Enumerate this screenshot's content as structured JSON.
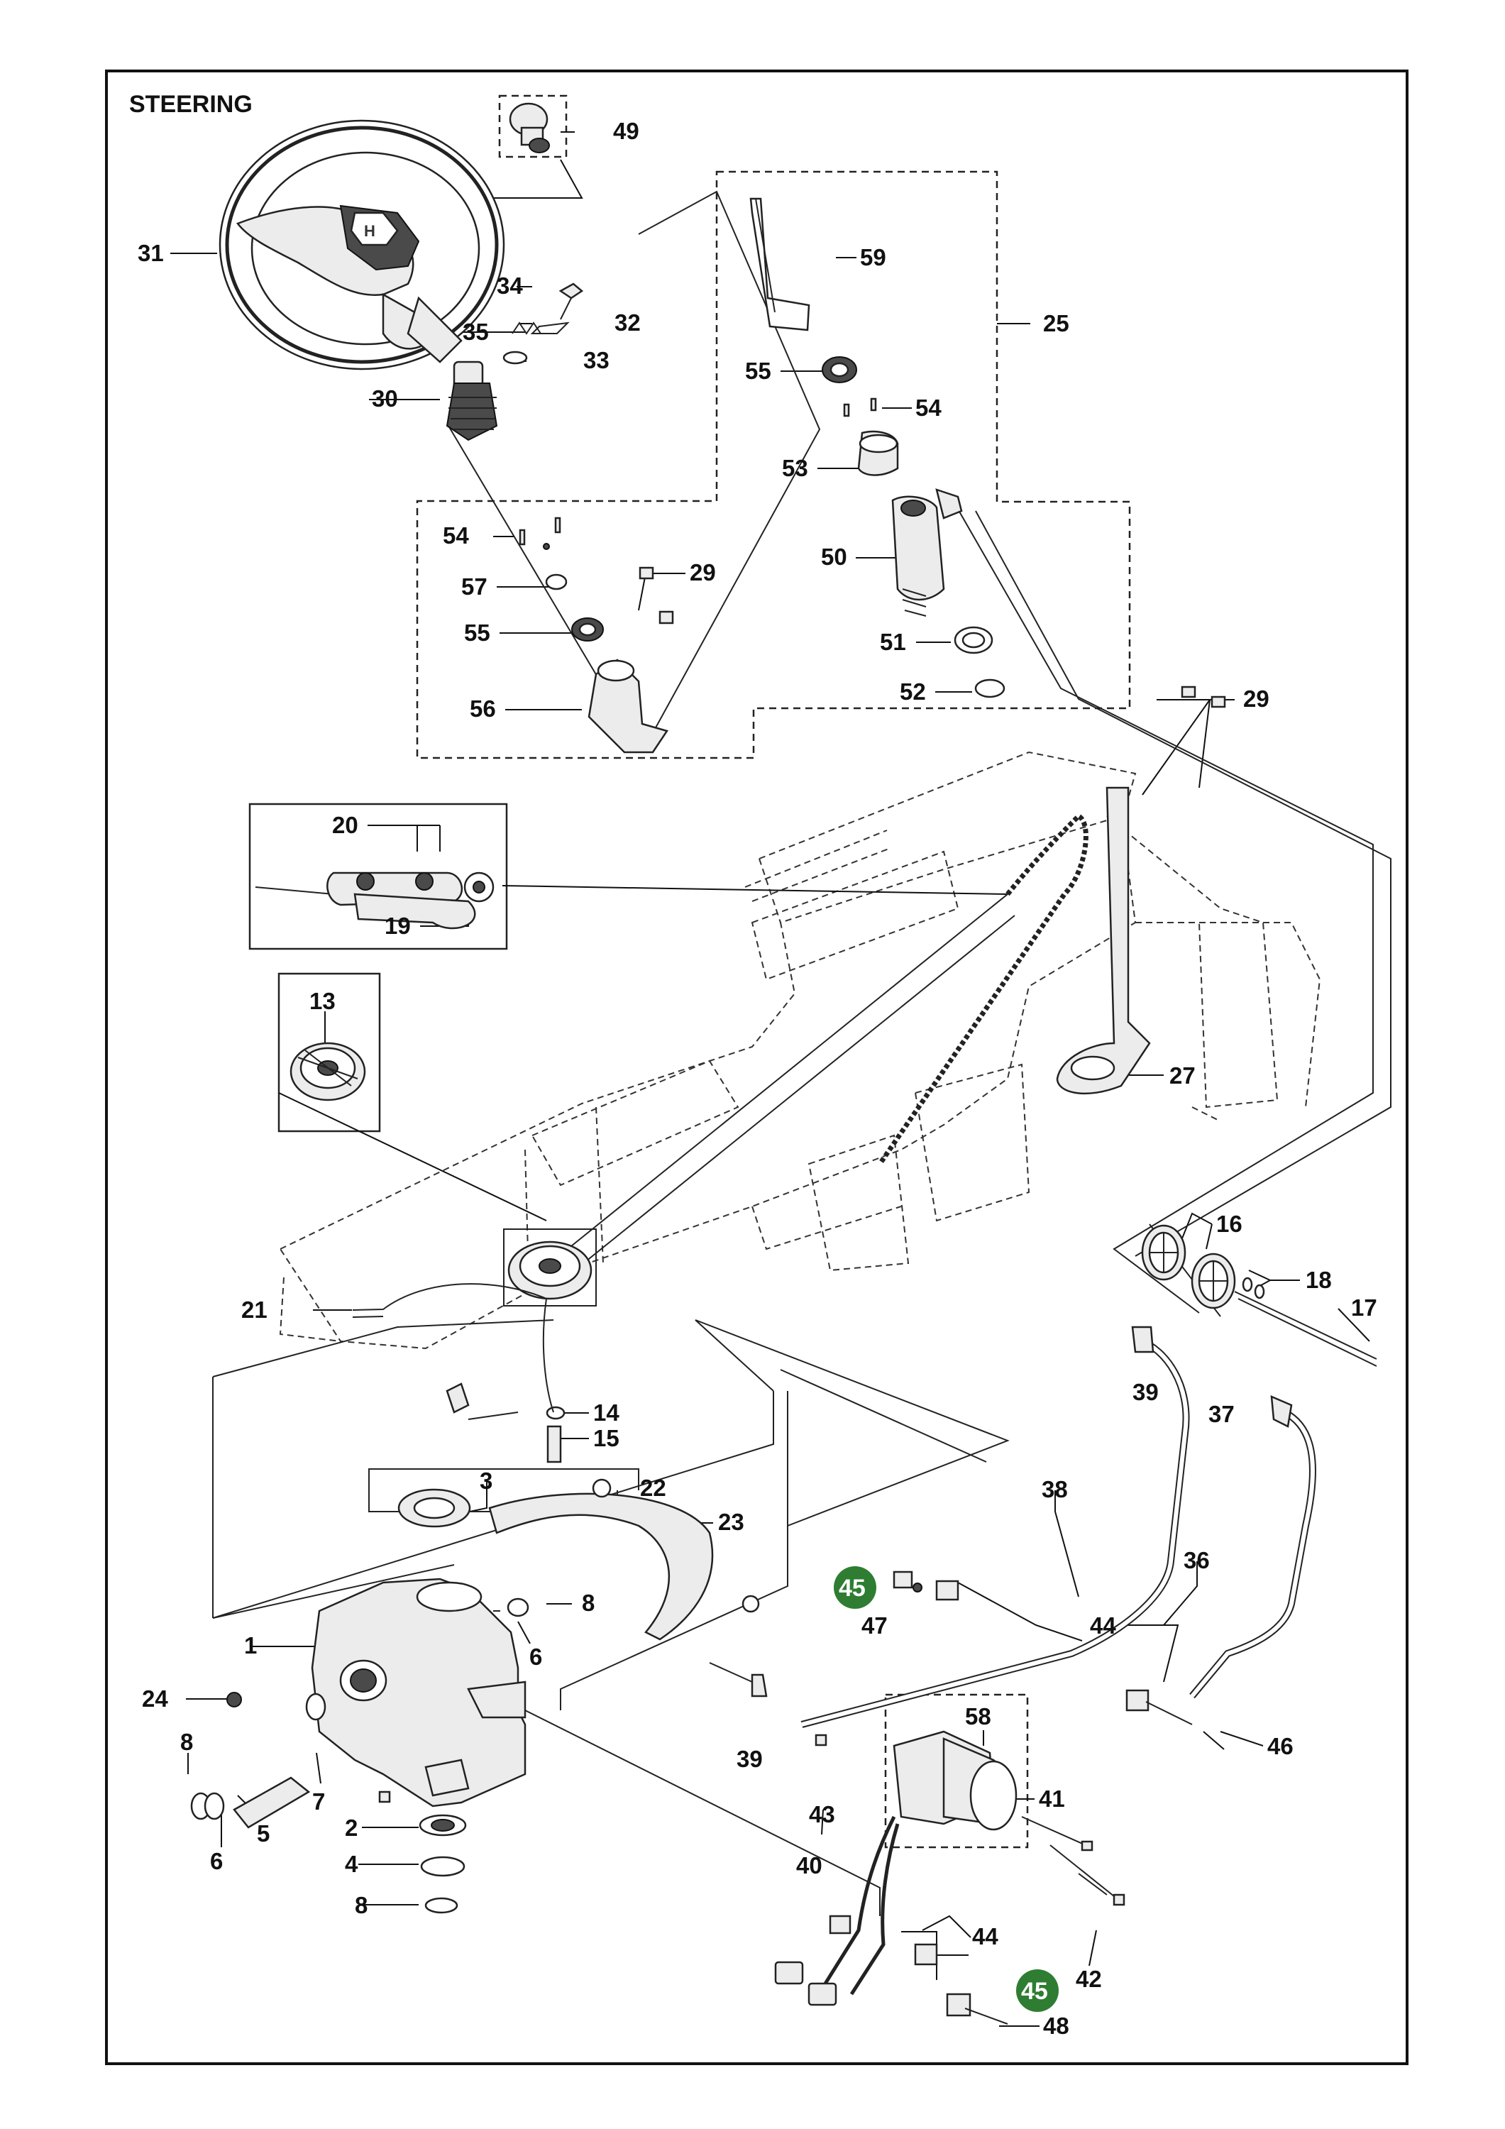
{
  "title": "STEERING",
  "badge_color": "#2e7d32",
  "callouts": [
    "1",
    "2",
    "3",
    "4",
    "5",
    "6",
    "6",
    "7",
    "8",
    "8",
    "8",
    "13",
    "14",
    "15",
    "16",
    "17",
    "18",
    "19",
    "20",
    "21",
    "22",
    "23",
    "24",
    "25",
    "27",
    "29",
    "29",
    "30",
    "31",
    "32",
    "33",
    "34",
    "35",
    "36",
    "37",
    "38",
    "39",
    "39",
    "40",
    "41",
    "42",
    "43",
    "44",
    "44",
    "45",
    "45",
    "46",
    "47",
    "48",
    "49",
    "50",
    "51",
    "52",
    "53",
    "54",
    "54",
    "55",
    "55",
    "56",
    "57",
    "58",
    "59"
  ]
}
